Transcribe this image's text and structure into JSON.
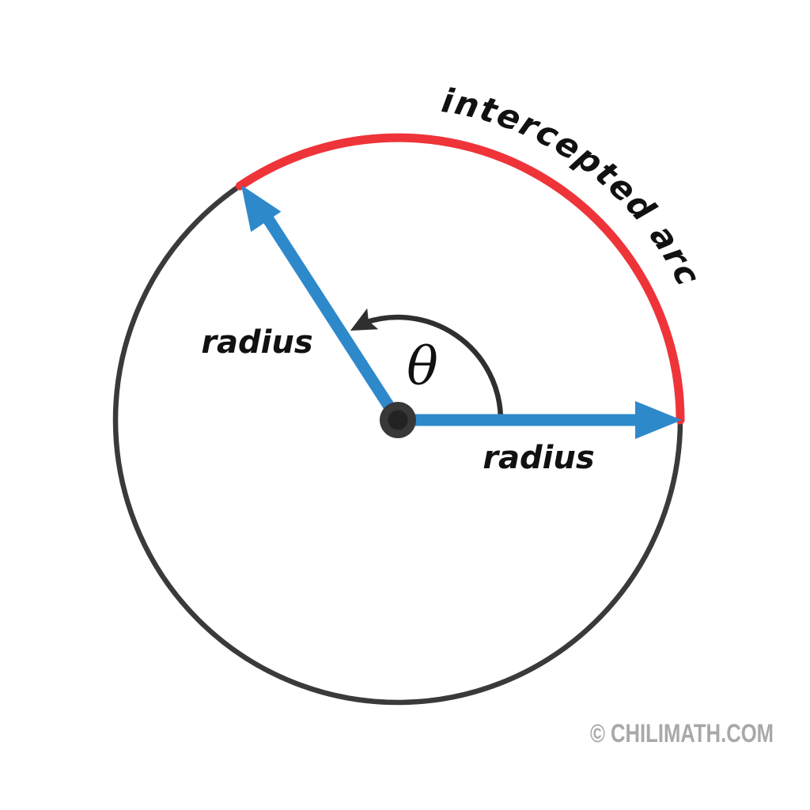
{
  "diagram": {
    "description": "Circle diagram showing a central angle theta, two radii and the intercepted arc",
    "labels": {
      "radius_left": "radius",
      "radius_right": "radius",
      "theta": "θ",
      "intercepted_arc": "intercepted arc"
    },
    "watermark": "© CHILIMATH.COM",
    "colors": {
      "background": "#ffffff",
      "circle_stroke": "#3a3a3a",
      "arc_red": "#ee3439",
      "radius_blue": "#2e89cb",
      "angle_dark": "#2f2f2f",
      "center_dot_outer": "#383838",
      "center_dot_inner": "#232323",
      "label_text": "#111111",
      "watermark_gray": "#a8a8a8"
    }
  }
}
